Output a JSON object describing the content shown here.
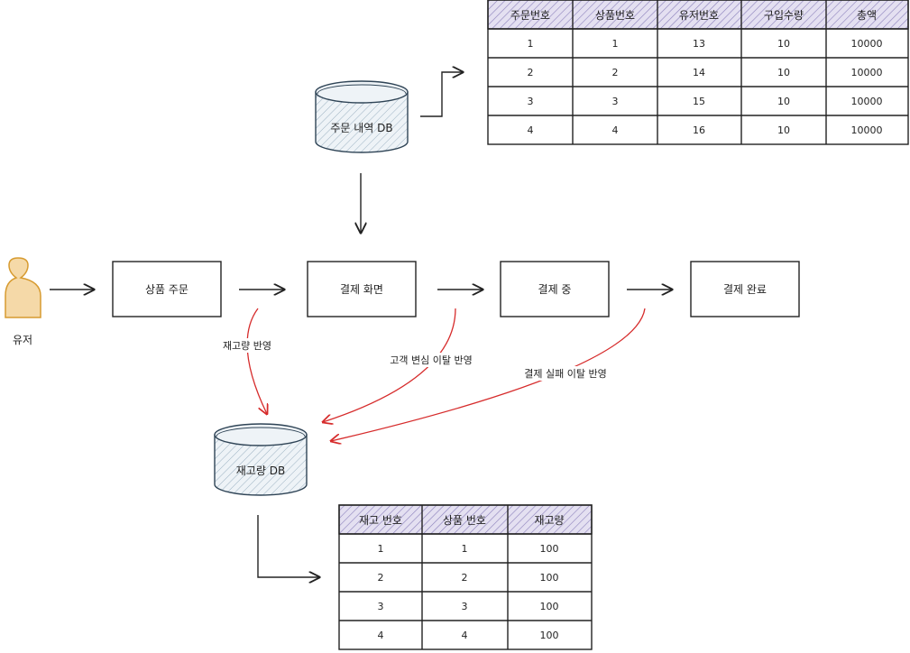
{
  "user": {
    "label": "유저"
  },
  "process": [
    {
      "label": "상품  주문"
    },
    {
      "label": "결제  화면"
    },
    {
      "label": "결제  중"
    },
    {
      "label": "결제  완료"
    }
  ],
  "order_db": {
    "label": "주문 내역 DB"
  },
  "stock_db": {
    "label": "재고량 DB"
  },
  "edge_labels": {
    "stock_reflect": "재고량 반영",
    "customer_change": "고객 변심 이탈 반영",
    "payment_fail": "결제 실패 이탈 반영"
  },
  "order_table": {
    "headers": [
      "주문번호",
      "상품번호",
      "유저번호",
      "구입수량",
      "총액"
    ],
    "rows": [
      [
        "1",
        "1",
        "13",
        "10",
        "10000"
      ],
      [
        "2",
        "2",
        "14",
        "10",
        "10000"
      ],
      [
        "3",
        "3",
        "15",
        "10",
        "10000"
      ],
      [
        "4",
        "4",
        "16",
        "10",
        "10000"
      ]
    ]
  },
  "stock_table": {
    "headers": [
      "재고 번호",
      "상품 번호",
      "재고량"
    ],
    "rows": [
      [
        "1",
        "1",
        "100"
      ],
      [
        "2",
        "2",
        "100"
      ],
      [
        "3",
        "3",
        "100"
      ],
      [
        "4",
        "4",
        "100"
      ]
    ]
  },
  "colors": {
    "user_fill": "#f5d9a8",
    "user_stroke": "#d79b30",
    "db_fill": "#dde7ee",
    "db_stroke": "#2f4456",
    "header_fill": "#d8d3ea",
    "red_edge": "#d62b2b"
  }
}
